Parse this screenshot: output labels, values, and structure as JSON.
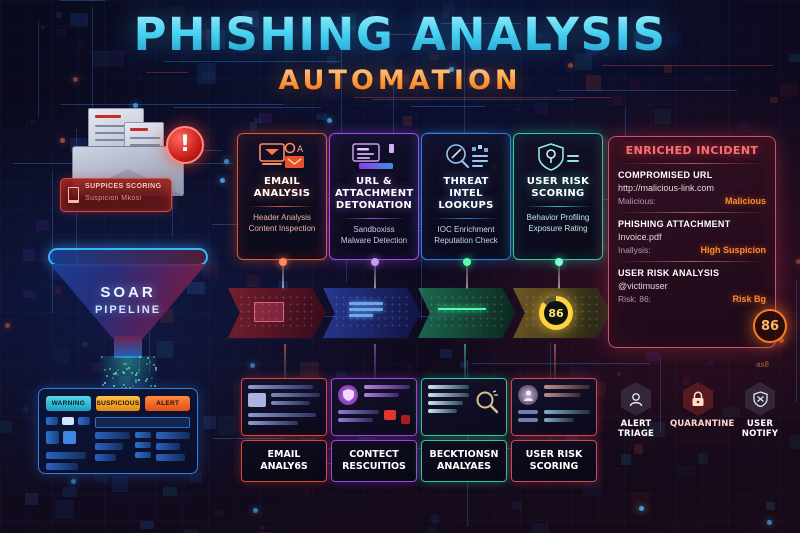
{
  "header": {
    "title_main": "PHISHING ANALYSIS",
    "title_sub": "AUTOMATION",
    "accent_cyan": "#4fd8ef",
    "accent_orange": "#ff9a3c"
  },
  "source": {
    "alert_glyph": "!",
    "score_chip": {
      "line1": "SUPPICES SCORING",
      "line2": "Suspicion Mkosi"
    }
  },
  "funnel": {
    "label_top": "SOAR",
    "label_bottom": "PIPELINE"
  },
  "dashboard": {
    "badges": [
      {
        "label": "WARNING",
        "color": "#2fb6d4"
      },
      {
        "label": "SUSPICIOUS",
        "color": "#e8951a"
      },
      {
        "label": "ALERT",
        "color": "#e65c18"
      }
    ]
  },
  "stages": [
    {
      "title": "EMAIL\nANALYSIS",
      "title_line1": "EMAIL",
      "title_line2": "ANALYSIS",
      "sub1": "Header Analysis",
      "sub2": "Content Inspection",
      "icon": "email-monitor-icon",
      "color": "#e0593a"
    },
    {
      "title_line1": "URL &",
      "title_line2": "ATTACHMENT",
      "title_line3": "DETONATION",
      "sub1": "Sandboxiss",
      "sub2": "Malware Detection",
      "icon": "browser-window-icon",
      "color": "#a24fe0"
    },
    {
      "title_line1": "THREAT INTEL",
      "title_line2": "LOOKUPS",
      "sub1": "IOC Enrichment",
      "sub2": "Reputation Check",
      "icon": "magnifier-radar-icon",
      "color": "#2f7fd6"
    },
    {
      "title_line1": "USER RISK",
      "title_line2": "SCORING",
      "sub1": "Behavior Profiling",
      "sub2": "Exposure Rating",
      "icon": "shield-user-icon",
      "color": "#2fc8a8"
    }
  ],
  "conveyor": {
    "gauge_value": "86"
  },
  "incident": {
    "title": "ENRICHED INCIDENT",
    "sections": [
      {
        "heading": "COMPROMISED URL",
        "value": "http://malicious-link.com",
        "key": "Malicious:",
        "status": "Malicious"
      },
      {
        "heading": "PHISHING ATTACHMENT",
        "value": "Invoice.pdf",
        "key": "Inallysis:",
        "status": "High Suspicion"
      },
      {
        "heading": "USER RISK ANALYSIS",
        "value": "@victimuser",
        "key": "Risk: 86:",
        "status": "Risk Bg"
      }
    ],
    "risk_badge": "86",
    "risk_sub": "as8"
  },
  "outputs": [
    {
      "line1": "EMAIL",
      "line2": "ANALY6S",
      "icon": "document-preview-icon"
    },
    {
      "line1": "CONTECT",
      "line2": "RESCUITIOS",
      "icon": "shield-check-icon"
    },
    {
      "line1": "BECKTIONSN",
      "line2": "ANALYAES",
      "icon": "search-report-icon"
    },
    {
      "line1": "USER RISK",
      "line2": "SCORING",
      "icon": "user-profile-icon"
    }
  ],
  "actions": [
    {
      "line1": "ALERT",
      "line2": "TRIAGE",
      "icon": "person-hex-icon",
      "highlight": false
    },
    {
      "line1": "QUARANTINE",
      "line2": "",
      "icon": "lock-hex-icon",
      "highlight": true
    },
    {
      "line1": "USER",
      "line2": "NOTIFY",
      "icon": "shield-hex-icon",
      "highlight": false
    }
  ]
}
